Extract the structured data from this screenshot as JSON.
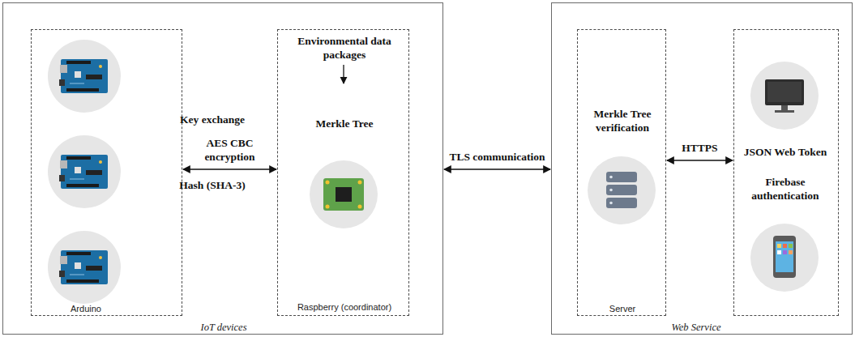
{
  "diagram": {
    "nodes": [
      {
        "text": [
          "IoT devices"
        ]
      },
      {
        "text": [
          "Arduino"
        ],
        "in": 0
      },
      {
        "text": [
          "Environmental data packages",
          "Merkle Tree",
          "Raspberry (coordinator)"
        ],
        "in": 0
      },
      {
        "text": [
          "Web Service"
        ]
      },
      {
        "text": [
          "Merkle Tree verification",
          "Server"
        ],
        "in": 3
      },
      {
        "text": [
          "JSON Web Token",
          "Firebase authentication"
        ],
        "in": 3
      }
    ],
    "edges": [
      {
        "from": 1,
        "to": 2,
        "arrow": "both",
        "label": "AES CBC encryption"
      },
      {
        "from": 0,
        "to": 3,
        "arrow": "both",
        "label": "TLS communication"
      },
      {
        "from": 4,
        "to": 5,
        "arrow": "both",
        "label": "HTTPS"
      }
    ],
    "labels": [
      "Key exchange",
      "Hash (SHA-3)"
    ]
  }
}
